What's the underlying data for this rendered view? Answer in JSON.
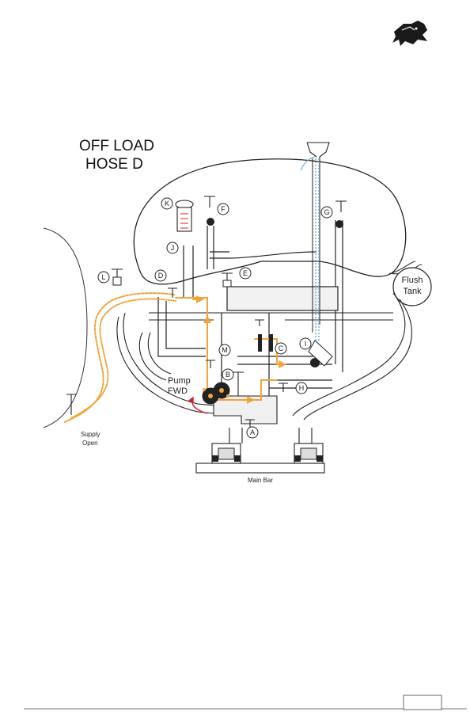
{
  "header": {
    "logo_icon": "wolf-head-logo-icon"
  },
  "diagram": {
    "title_line1": "OFF LOAD",
    "title_line2": "HOSE D",
    "valves": {
      "A": "A",
      "B": "B",
      "C": "C",
      "D": "D",
      "E": "E",
      "F": "F",
      "G": "G",
      "H": "H",
      "I": "I",
      "J": "J",
      "K": "K",
      "L": "L",
      "M": "M"
    },
    "flush_tank_line1": "Flush",
    "flush_tank_line2": "Tank",
    "pump_line1": "Pump",
    "pump_line2": "FWD",
    "supply_line1": "Supply",
    "supply_line2": "Open",
    "main_bar": "Main Bar",
    "colors": {
      "flow": "#f0a43a",
      "water": "#7fb3d9",
      "pipe": "#222222",
      "direction_arrow": "#d8202a"
    }
  },
  "footer": {
    "page_box": ""
  }
}
